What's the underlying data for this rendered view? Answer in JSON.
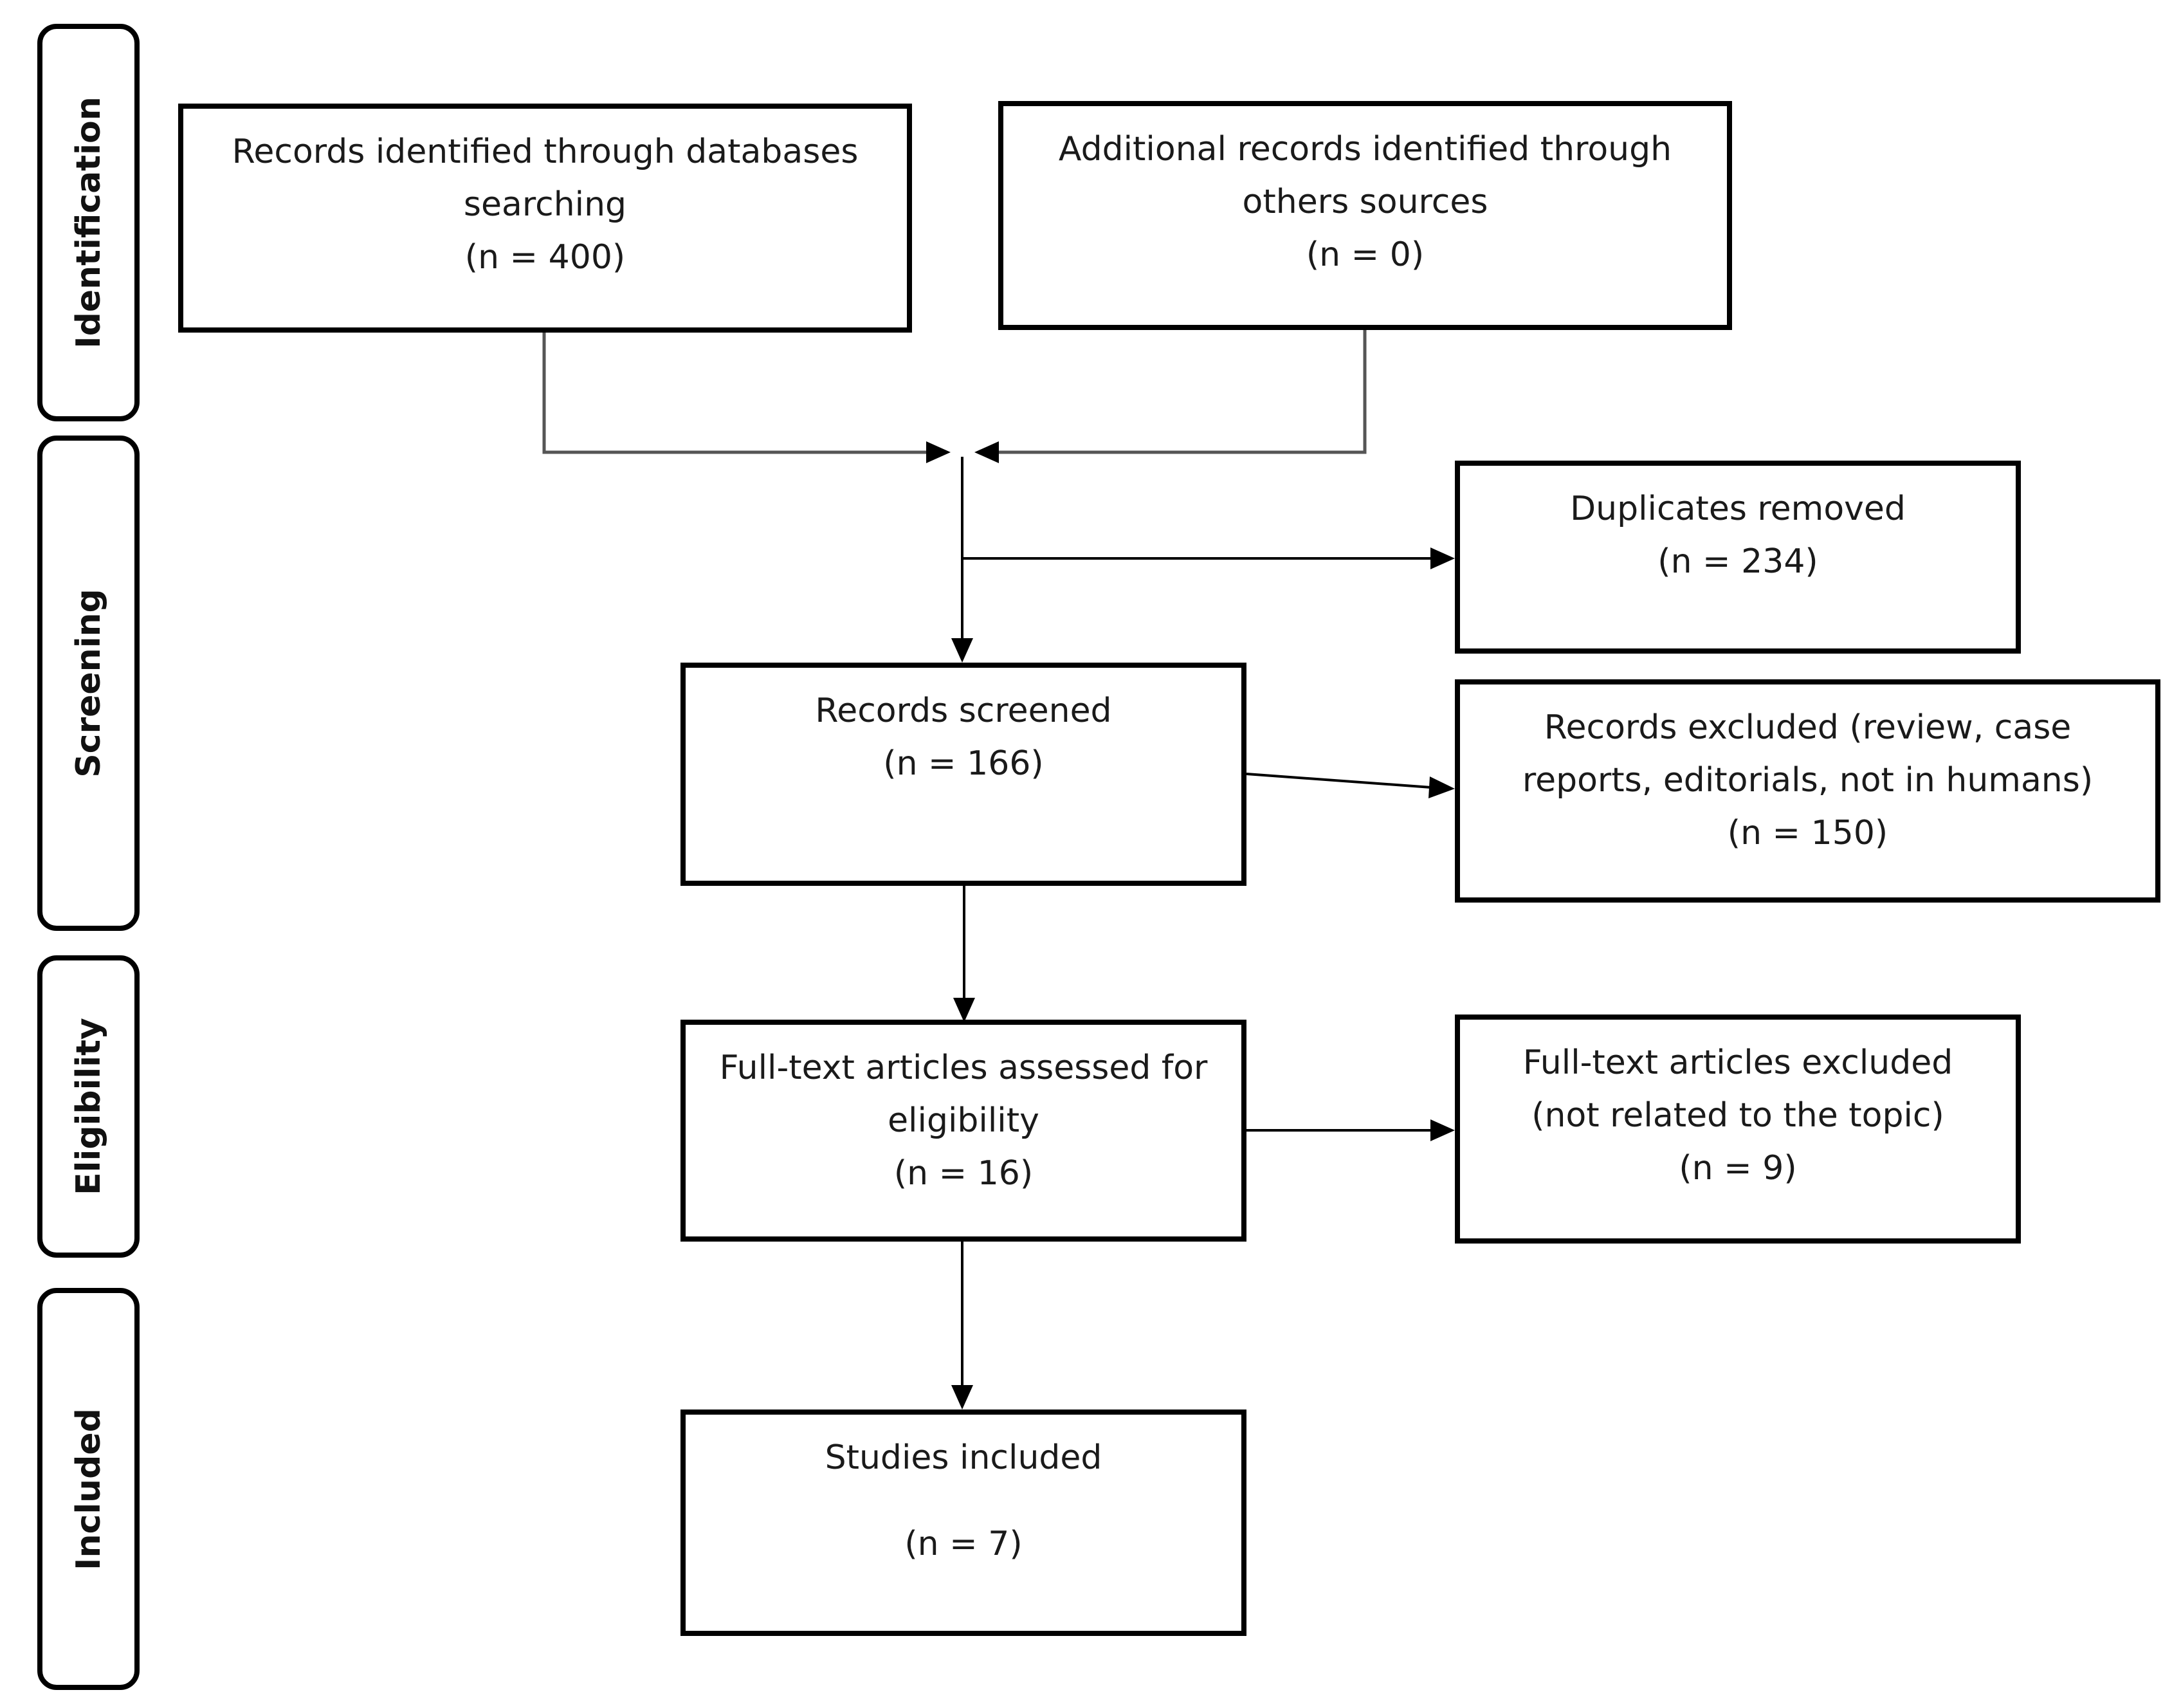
{
  "phases": {
    "identification": "Identification",
    "screening": "Screening",
    "eligibility": "Eligibility",
    "included": "Included"
  },
  "boxes": {
    "db_records": {
      "line1": "Records identified through databases",
      "line2": "searching",
      "count": "(n = 400)"
    },
    "other_records": {
      "line1": "Additional records identified through",
      "line2": "others sources",
      "count": "(n = 0)"
    },
    "duplicates": {
      "line1": "Duplicates removed",
      "count": "(n = 234)"
    },
    "screened": {
      "line1": "Records screened",
      "count": "(n = 166)"
    },
    "excluded": {
      "line1": "Records excluded (review, case",
      "line2": "reports, editorials, not in humans)",
      "count": "(n = 150)"
    },
    "fulltext": {
      "line1": "Full-text articles assessed for",
      "line2": "eligibility",
      "count": "(n = 16)"
    },
    "fulltext_excluded": {
      "line1": "Full-text articles excluded",
      "line2": "(not related to the topic)",
      "count": "(n = 9)"
    },
    "included": {
      "line1": "Studies included",
      "count": "(n = 7)"
    }
  }
}
